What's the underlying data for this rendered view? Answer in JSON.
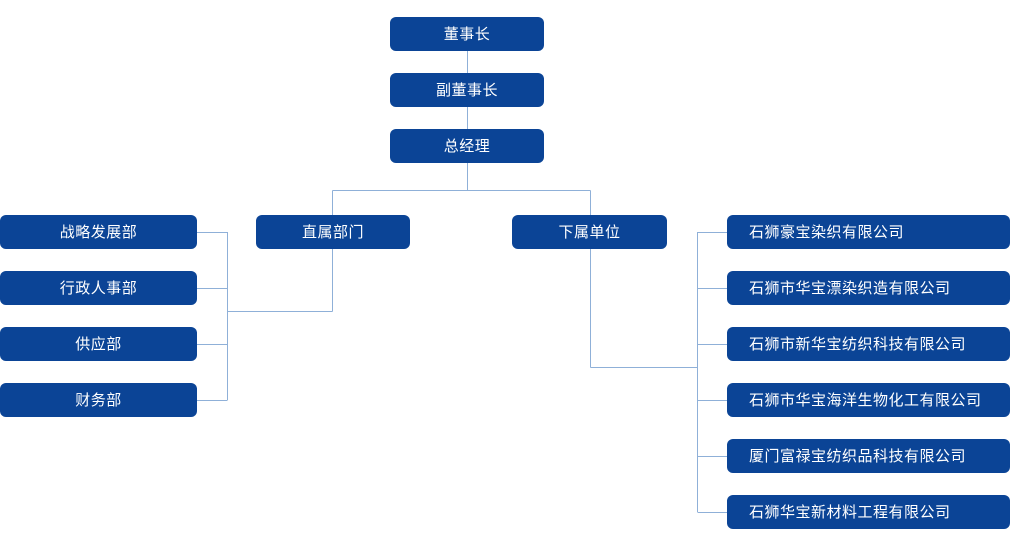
{
  "diagram": {
    "type": "organization-chart",
    "colors": {
      "node_fill": "#0b4496",
      "node_text": "#ffffff",
      "connector": "#8fb0d8",
      "background": "#ffffff"
    },
    "executive_chain": [
      {
        "id": "chairman",
        "label": "董事长"
      },
      {
        "id": "vice_chairman",
        "label": "副董事长"
      },
      {
        "id": "general_manager",
        "label": "总经理"
      }
    ],
    "branches": [
      {
        "id": "direct_departments",
        "label": "直属部门"
      },
      {
        "id": "subordinate_units",
        "label": "下属单位"
      }
    ],
    "departments": [
      {
        "label": "战略发展部"
      },
      {
        "label": "行政人事部"
      },
      {
        "label": "供应部"
      },
      {
        "label": "财务部"
      }
    ],
    "companies": [
      {
        "label": "石狮豪宝染织有限公司"
      },
      {
        "label": "石狮市华宝漂染织造有限公司"
      },
      {
        "label": "石狮市新华宝纺织科技有限公司"
      },
      {
        "label": "石狮市华宝海洋生物化工有限公司"
      },
      {
        "label": "厦门富禄宝纺织品科技有限公司"
      },
      {
        "label": "石狮华宝新材料工程有限公司"
      }
    ]
  }
}
